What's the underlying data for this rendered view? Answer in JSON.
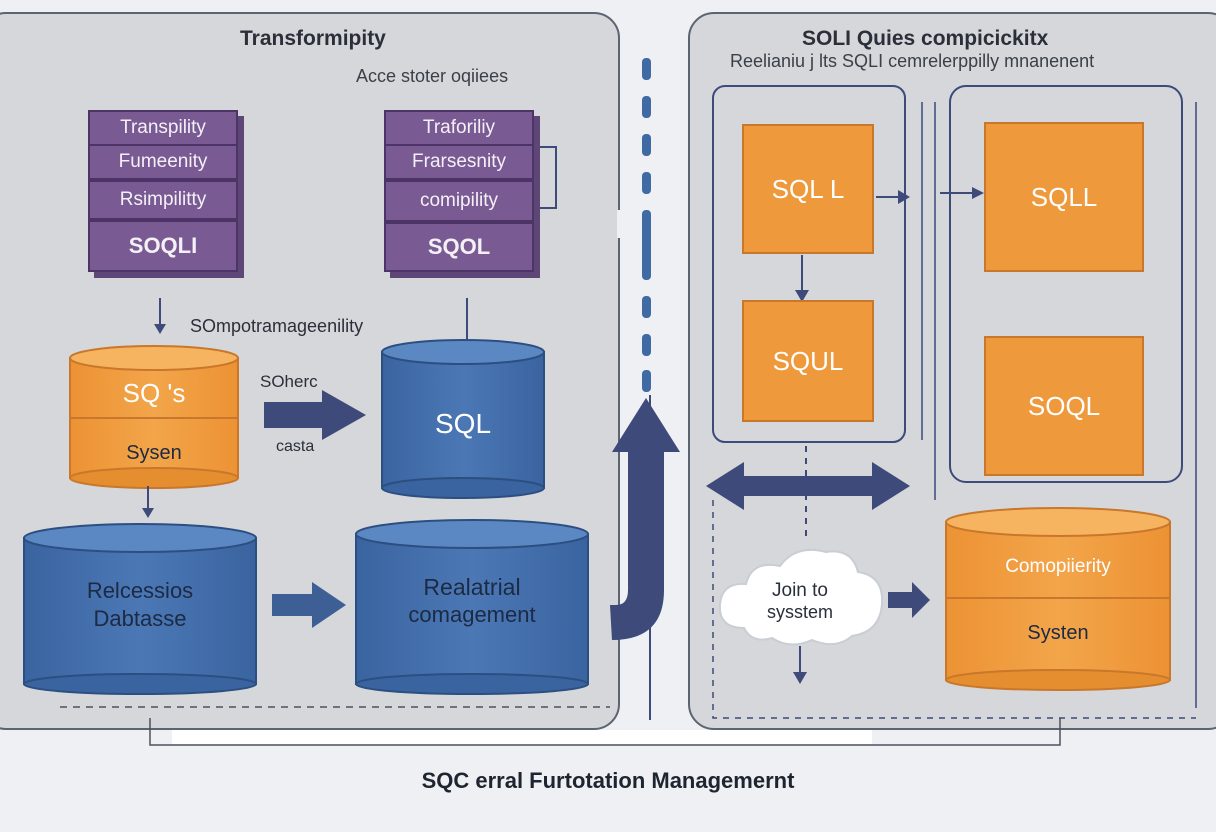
{
  "colors": {
    "purple": "#7a5a92",
    "orange": "#ee9a3c",
    "blue": "#3f6aa8",
    "navy": "#3d4a7a",
    "panel": "#d5d7da"
  },
  "left_panel": {
    "title": "Transformipity",
    "subtitle": "Acce stoter oqiiees",
    "stack_a": [
      "Transpility",
      "Fumeenity",
      "Rsimpilitty",
      "SOQLI"
    ],
    "stack_b": [
      "Traforiliy",
      "Frarsesnity",
      "comipility",
      "SQOL"
    ],
    "arrow_caption": "SOmpotramageenility",
    "cyl_orange": {
      "top": "SQ 's",
      "bottom": "Sysen"
    },
    "arrow_text_top": "SOherc",
    "arrow_text_bottom": "casta",
    "cyl_sql": "SQL",
    "cyl_db": [
      "Relcessios",
      "Dabtasse"
    ],
    "cyl_rel": [
      "Realatrial",
      "comagement"
    ]
  },
  "right_panel": {
    "title": "SOLI Quies compicickitx",
    "subtitle": "Reelianiu j lts SQLI cemrelerppilly mnanenent",
    "box_1": "SQL L",
    "box_2": "SQUL",
    "box_3": "SQLL",
    "box_4": "SOQL",
    "cloud": [
      "Join to",
      "sysstem"
    ],
    "cyl_right": {
      "top": "Comopiierity",
      "bottom": "Systen"
    }
  },
  "footer": "SQC erral Furtotation Managemernt"
}
